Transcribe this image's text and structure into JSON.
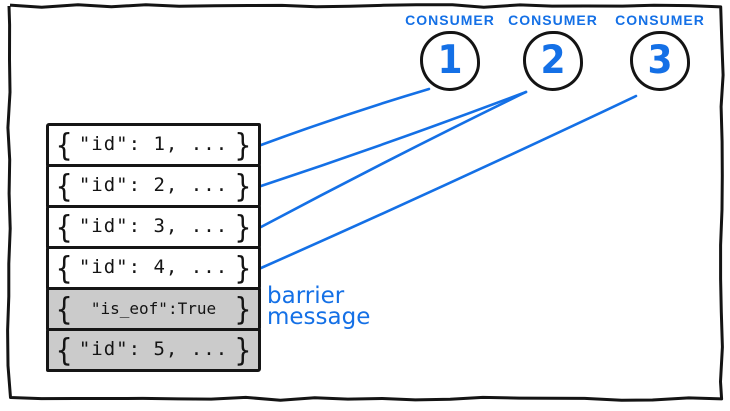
{
  "colors": {
    "accent": "#1470e6",
    "stroke": "#141414",
    "barrier_fill": "#cbcbcb",
    "background": "#ffffff"
  },
  "consumers": [
    {
      "label": "CONSUMER",
      "number": "1"
    },
    {
      "label": "CONSUMER",
      "number": "2"
    },
    {
      "label": "CONSUMER",
      "number": "3"
    }
  ],
  "braces": {
    "open": "{",
    "close": "}"
  },
  "messages": [
    {
      "text": "\"id\": 1, ...",
      "barrier": false
    },
    {
      "text": "\"id\": 2, ...",
      "barrier": false
    },
    {
      "text": "\"id\": 3, ...",
      "barrier": false
    },
    {
      "text": "\"id\": 4, ...",
      "barrier": false
    },
    {
      "text": "\"is_eof\":True",
      "barrier": true
    },
    {
      "text": "\"id\": 5, ...",
      "barrier": true
    }
  ],
  "caption": {
    "line1": "barrier",
    "line2": "message"
  },
  "connections": [
    {
      "from": 0,
      "to": 0
    },
    {
      "from": 1,
      "to": 1
    },
    {
      "from": 2,
      "to": 1
    },
    {
      "from": 3,
      "to": 2
    }
  ]
}
